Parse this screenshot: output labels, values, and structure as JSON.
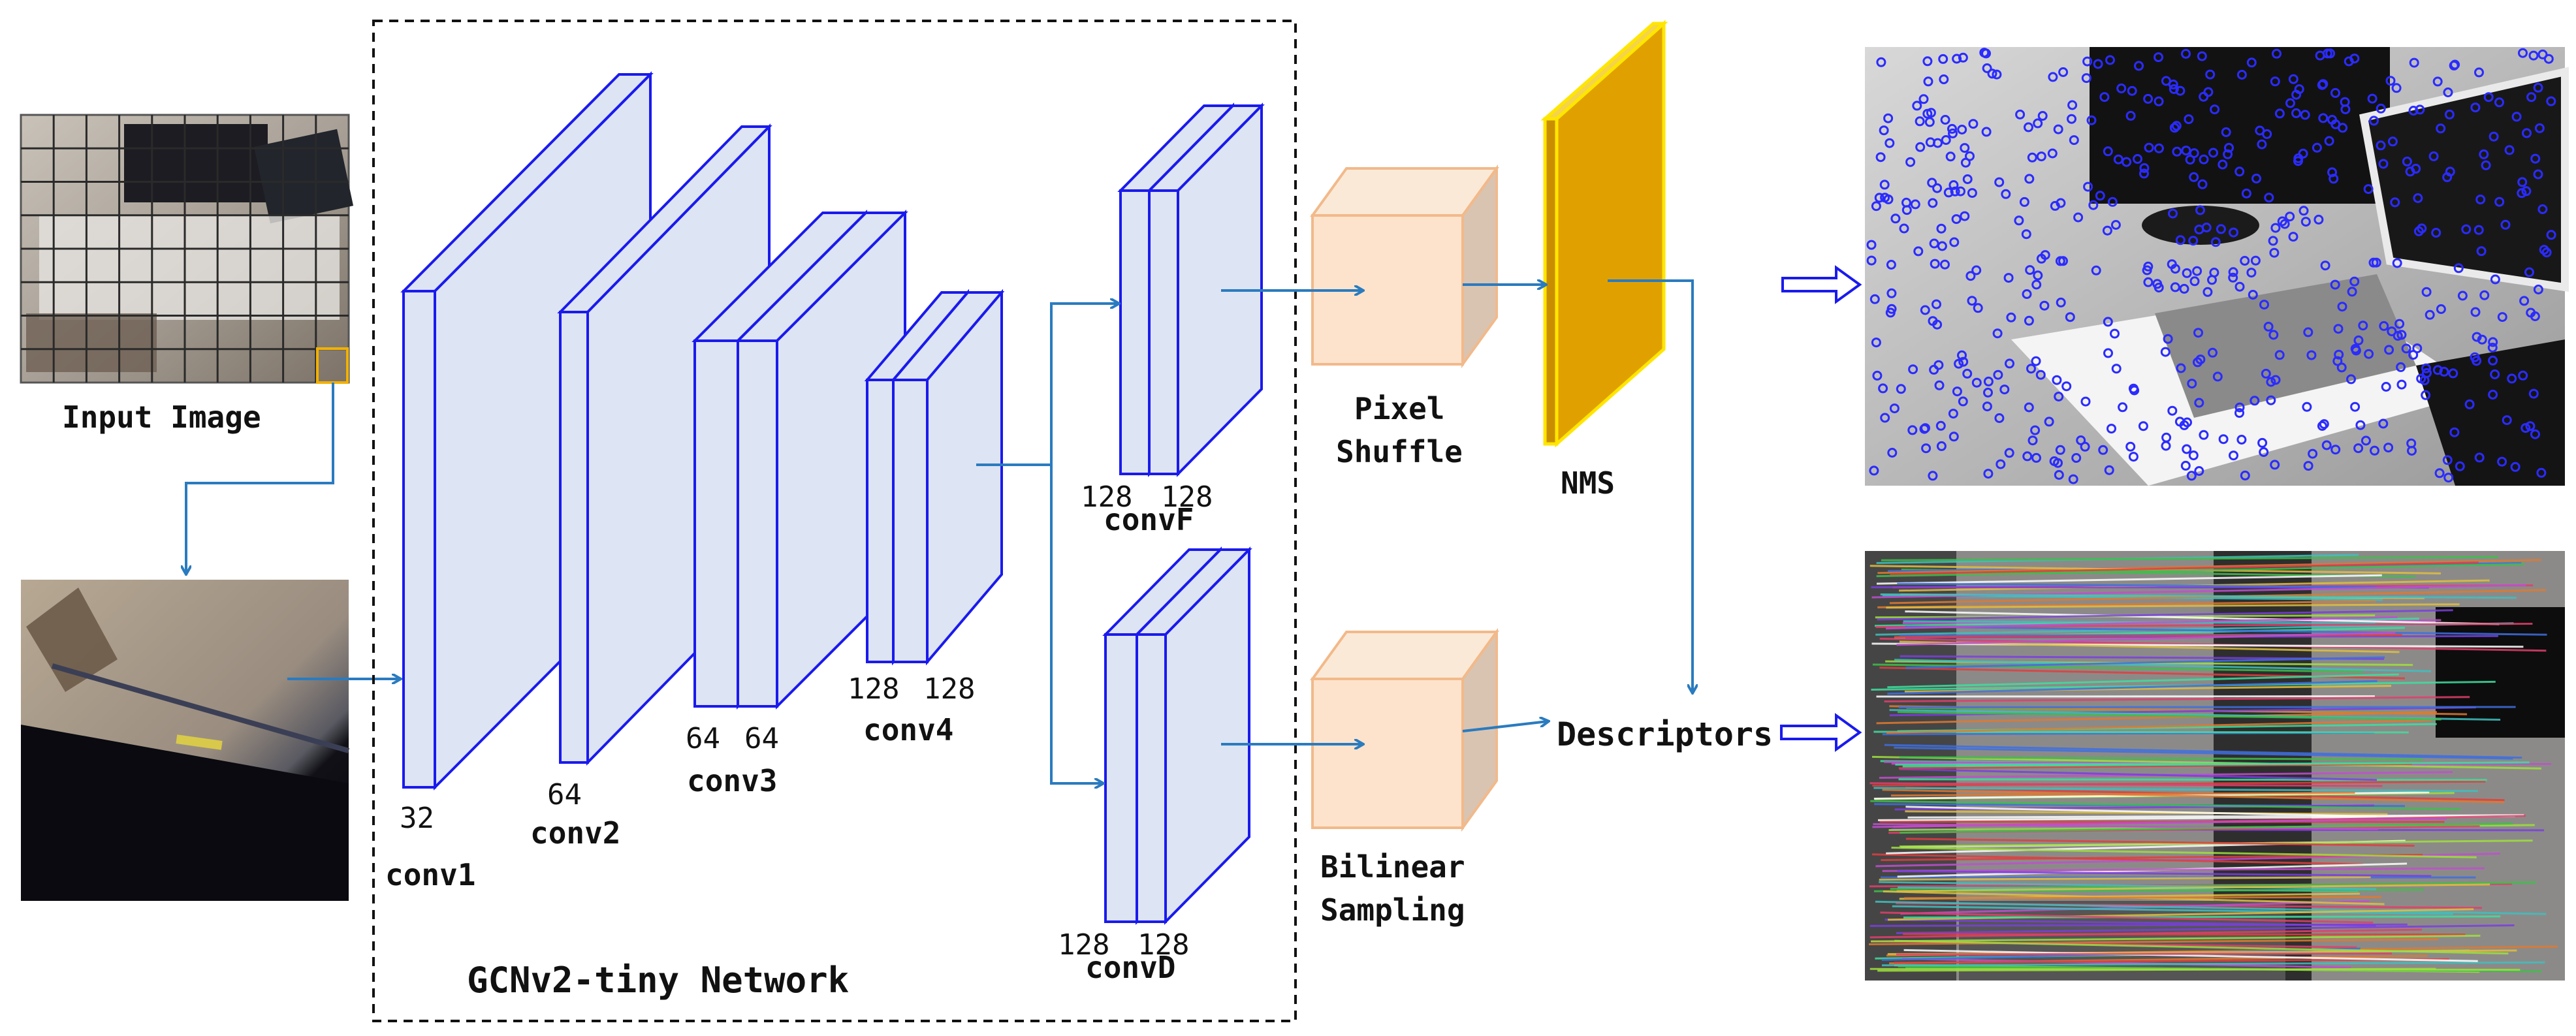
{
  "labels": {
    "input_image": "Input Image",
    "network_title": "GCNv2-tiny Network",
    "pixel_shuffle": [
      "Pixel",
      "Shuffle"
    ],
    "nms": "NMS",
    "bilinear_sampling": [
      "Bilinear",
      "Sampling"
    ],
    "descriptors": "Descriptors"
  },
  "layers": {
    "conv1": {
      "name": "conv1",
      "channels": [
        "32"
      ]
    },
    "conv2": {
      "name": "conv2",
      "channels": [
        "64"
      ]
    },
    "conv3": {
      "name": "conv3",
      "channels": [
        "64",
        "64"
      ]
    },
    "conv4": {
      "name": "conv4",
      "channels": [
        "128",
        "128"
      ]
    },
    "convF": {
      "name": "convF",
      "channels": [
        "128",
        "128"
      ]
    },
    "convD": {
      "name": "convD",
      "channels": [
        "128",
        "128"
      ]
    }
  },
  "colors": {
    "layer_stroke": "#1a1aee",
    "layer_fill": "#dde4f3",
    "arrow": "#2a7bbf",
    "shuffle_box": "#fde3cc",
    "shuffle_stroke": "#f2b98a",
    "nms_fill": "#e0a100",
    "nms_stroke": "#ffe600",
    "grid_highlight": "#f2b100"
  }
}
